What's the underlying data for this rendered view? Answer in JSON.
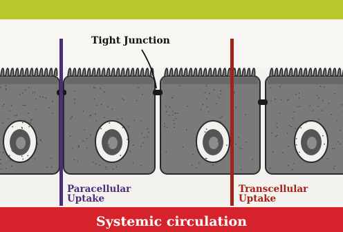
{
  "labels": {
    "tight_junction": "Tight Junction",
    "paracellular": "Paracellular",
    "paracellular_uptake": "Uptake",
    "transcellular": "Transcellular",
    "transcellular_uptake": "Uptake",
    "systemic": "Systemic circulation"
  },
  "colors": {
    "top_band": "#b9c92b",
    "background": "#f4f2ef",
    "bottom_band": "#d6222a",
    "cell_fill": "#7a7a7a",
    "cell_outline": "#2a2a2a",
    "nucleus_fill": "#f1f1ee",
    "paracellular_line": "#4a2e7a",
    "transcellular_line": "#a3221a",
    "tight_junction": "#1a1a1a"
  }
}
